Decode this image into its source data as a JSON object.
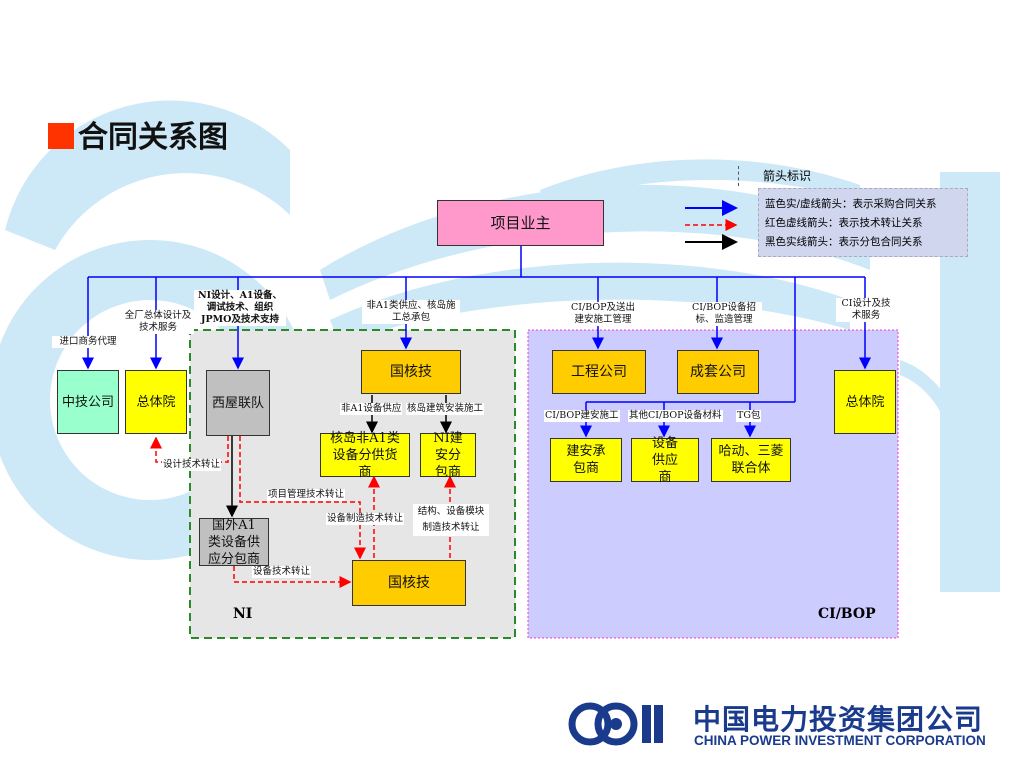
{
  "title": "合同关系图",
  "legend": {
    "title": "箭头标识",
    "items": [
      "蓝色实/虚线箭头：表示采购合同关系",
      "红色虚线箭头：表示技术转让关系",
      "黑色实线箭头：表示分包合同关系"
    ]
  },
  "nodes": {
    "owner": "项目业主",
    "zhongji": "中技公司",
    "zongtiyuan_left": "总体院",
    "xiwu": "西屋联队",
    "guohe_top": "国核技",
    "hedao_supplier": "核岛非A1类设备分供货商",
    "ni_construct": "NI建安分包商",
    "foreign_a1": "国外A1类设备供应分包商",
    "guohe_bottom": "国核技",
    "gongcheng": "工程公司",
    "chengtao": "成套公司",
    "jianan": "建安承包商",
    "shebei": "设备供应商",
    "hadong": "哈动、三菱联合体",
    "zongtiyuan_right": "总体院"
  },
  "labels": {
    "import_agent": "进口商务代理",
    "plant_design": "全厂总体设计及技术服务",
    "ni_design": "NI设计、A1设备、调试技术、组织JPMO及技术支持",
    "non_a1_supply": "非A1类供应、核岛施工总承包",
    "ci_bop_outsource": "CI/BOP及送出建安施工管理",
    "ci_bop_equip": "CI/BOP设备招标、监造管理",
    "ci_design": "CI设计及技术服务",
    "non_a1_equip_supply": "非A1设备供应",
    "nuclear_install": "核岛建筑安装施工",
    "ci_bop_construct": "CI/BOP建安施工",
    "other_ci_bop": "其他CI/BOP设备材料",
    "tg_package": "TG包",
    "design_tech_transfer": "设计技术转让",
    "pm_tech_transfer": "项目管理技术转让",
    "equip_mfg_transfer": "设备制造技术转让",
    "struct_module_transfer": "结构、设备模块制造技术转让",
    "equip_tech_transfer": "设备技术转让",
    "region_ni": "NI",
    "region_ci": "CI/BOP"
  },
  "logo": {
    "cn": "中国电力投资集团公司",
    "en": "CHINA POWER INVESTMENT CORPORATION"
  },
  "colors": {
    "purchase_arrow": "#0000ff",
    "transfer_arrow": "#ff0000",
    "subcontract_arrow": "#000000",
    "ni_region": "#e6e6e6",
    "ci_region": "#ccccff",
    "logo_blue": "#1a3a8c"
  }
}
